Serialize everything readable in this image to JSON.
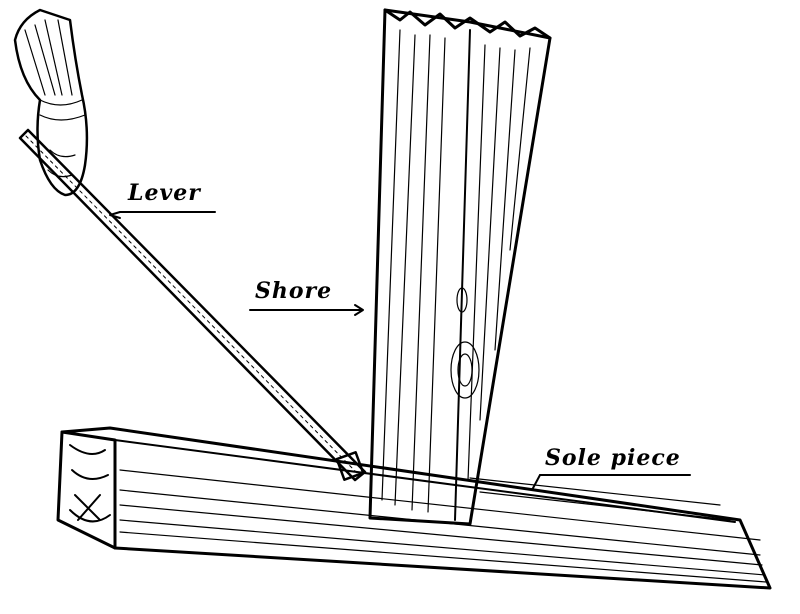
{
  "illustration": {
    "labels": {
      "lever": "Lever",
      "shore": "Shore",
      "sole_piece": "Sole piece"
    },
    "colors": {
      "ink": "#000000",
      "paper": "#ffffff"
    }
  }
}
